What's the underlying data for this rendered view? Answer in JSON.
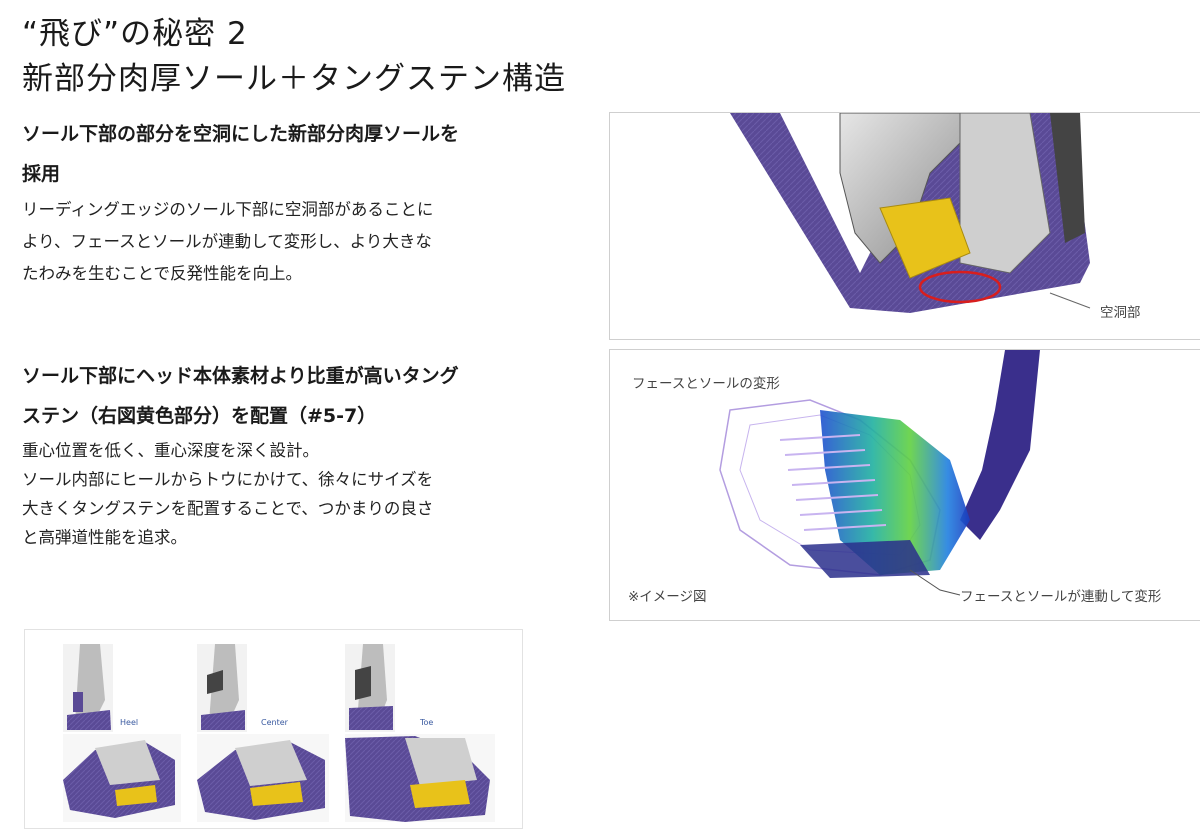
{
  "title": {
    "line1": "“飛び”の秘密 2",
    "line2": "新部分肉厚ソール＋タングステン構造"
  },
  "section1": {
    "heading_line1": "ソール下部の部分を空洞にした新部分肉厚ソールを",
    "heading_line2": "採用",
    "body": [
      "リーディングエッジのソール下部に空洞部があることに",
      "より、フェースとソールが連動して変形し、より大きな",
      "たわみを生むことで反発性能を向上。"
    ]
  },
  "section2": {
    "heading_line1": "ソール下部にヘッド本体素材より比重が高いタング",
    "heading_line2": "ステン（右図黄色部分）を配置（#5-7）",
    "body": [
      "重心位置を低く、重心深度を深く設計。",
      "ソール内部にヒールからトウにかけて、徐々にサイズを",
      "大きくタングステンを配置することで、つかまりの良さ",
      "と高弾道性能を追求。"
    ]
  },
  "figure1": {
    "callout": "空洞部"
  },
  "figure2": {
    "title": "フェースとソールの変形",
    "note": "※イメージ図",
    "callout": "フェースとソールが連動して変形"
  },
  "figure3": {
    "labels": [
      "Heel",
      "Center",
      "Toe"
    ]
  },
  "colors": {
    "sole_purple": "#5a4a96",
    "tungsten_yellow": "#e8c21a",
    "callout_red": "#d81e1e",
    "shaft_navy": "#3a2f8c"
  }
}
